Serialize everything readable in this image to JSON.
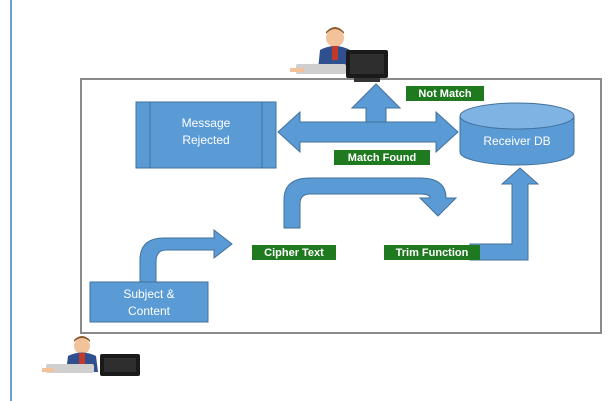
{
  "nodes": {
    "message_rejected": [
      "Message",
      "Rejected"
    ],
    "receiver_db": "Receiver DB",
    "subject_content": [
      "Subject &",
      "Content"
    ]
  },
  "labels": {
    "not_match": "Not Match",
    "match_found": "Match Found",
    "cipher_text": "Cipher Text",
    "trim_function": "Trim Function"
  },
  "colors": {
    "shape_fill": "#5b9bd5",
    "shape_stroke": "#41719c",
    "label_bg": "#1f7a1f",
    "label_text": "#ffffff"
  },
  "icons": {
    "top_user": "user-at-computer-icon",
    "bottom_user": "user-at-computer-icon"
  }
}
